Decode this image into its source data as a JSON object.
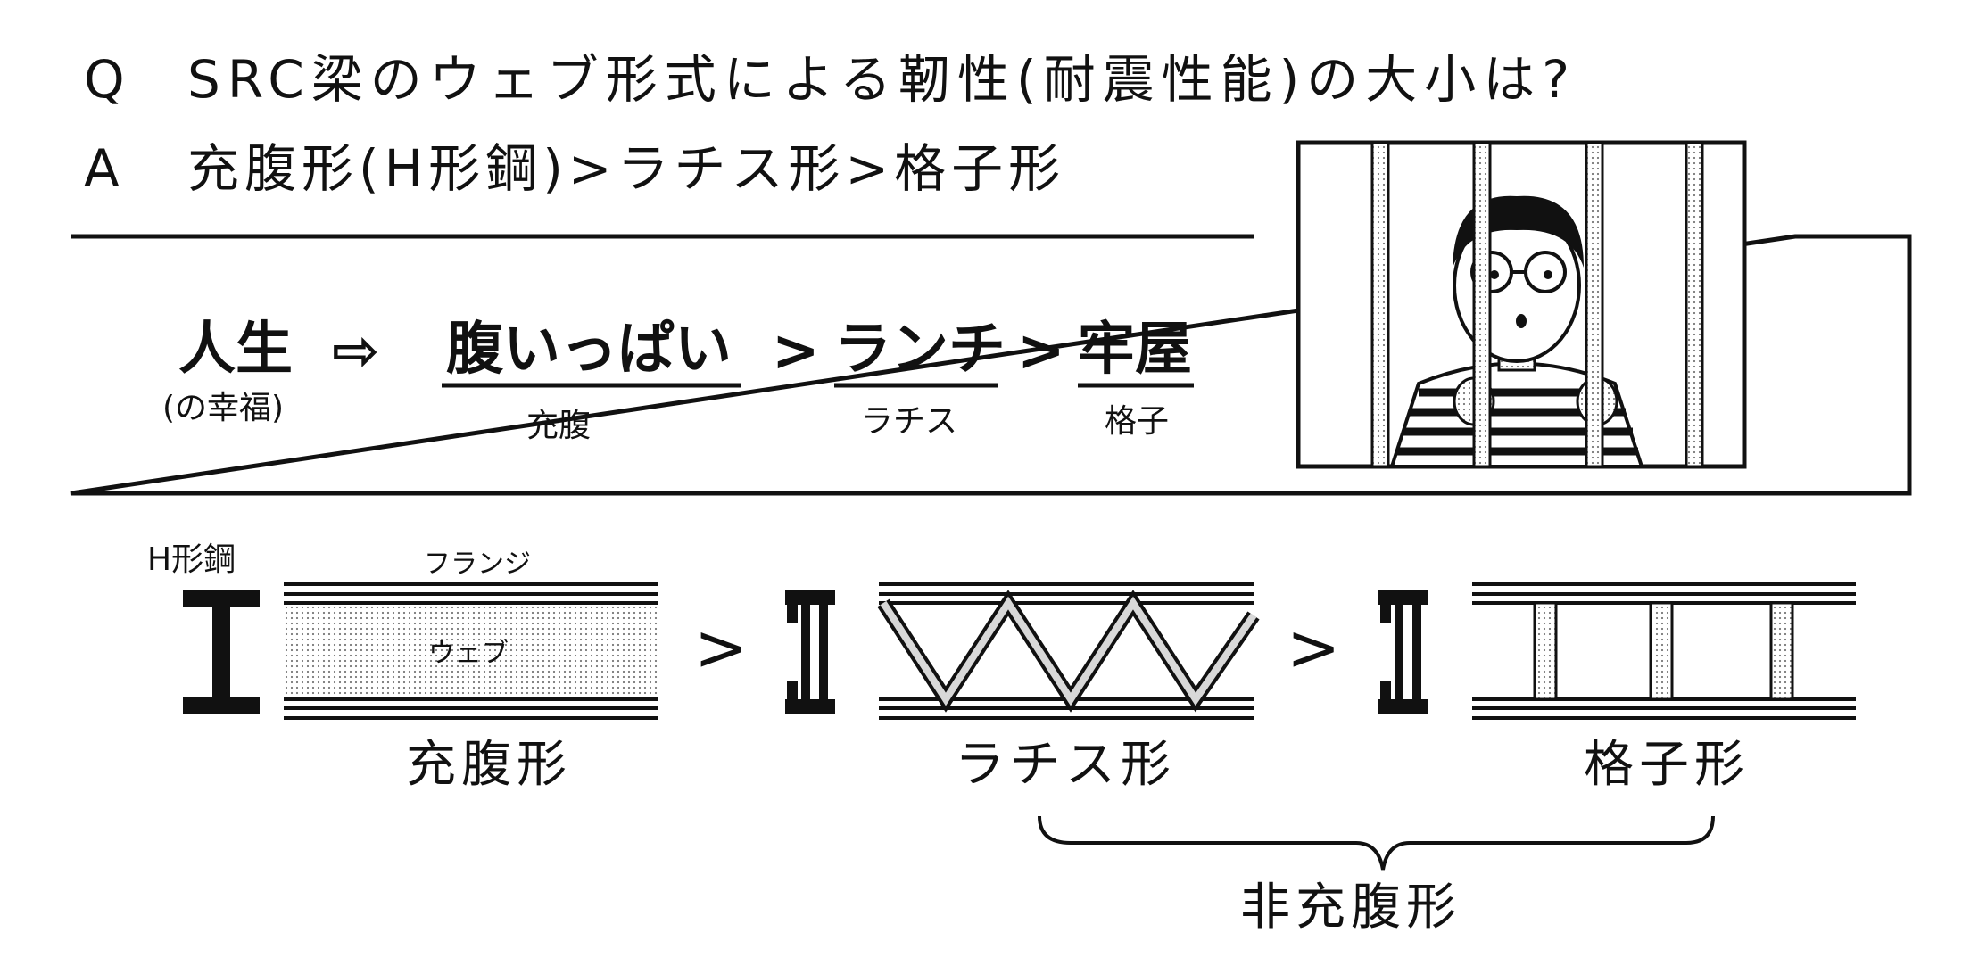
{
  "question": {
    "marker": "Q",
    "text": "SRC梁のウェブ形式による靭性(耐震性能)の大小は?"
  },
  "answer": {
    "marker": "A",
    "text": "充腹形(H形鋼)>ラチス形>格子形"
  },
  "mnemonic": {
    "subject": "人生",
    "subject_note": "(の幸福)",
    "arrow": "⇨",
    "gt": ">",
    "items": [
      {
        "word": "腹いっぱい",
        "meaning": "充腹"
      },
      {
        "word": "ランチ",
        "meaning": "ラチス"
      },
      {
        "word": "牢屋",
        "meaning": "格子"
      }
    ]
  },
  "diagram": {
    "h_steel_label": "H形鋼",
    "flange_label": "フランジ",
    "web_label": "ウェブ",
    "gt": ">",
    "types": [
      {
        "name": "充腹形"
      },
      {
        "name": "ラチス形"
      },
      {
        "name": "格子形"
      }
    ],
    "group_label": "非充腹形"
  },
  "colors": {
    "ink": "#111111",
    "stipple": "#cfcfcf",
    "background": "#ffffff"
  }
}
